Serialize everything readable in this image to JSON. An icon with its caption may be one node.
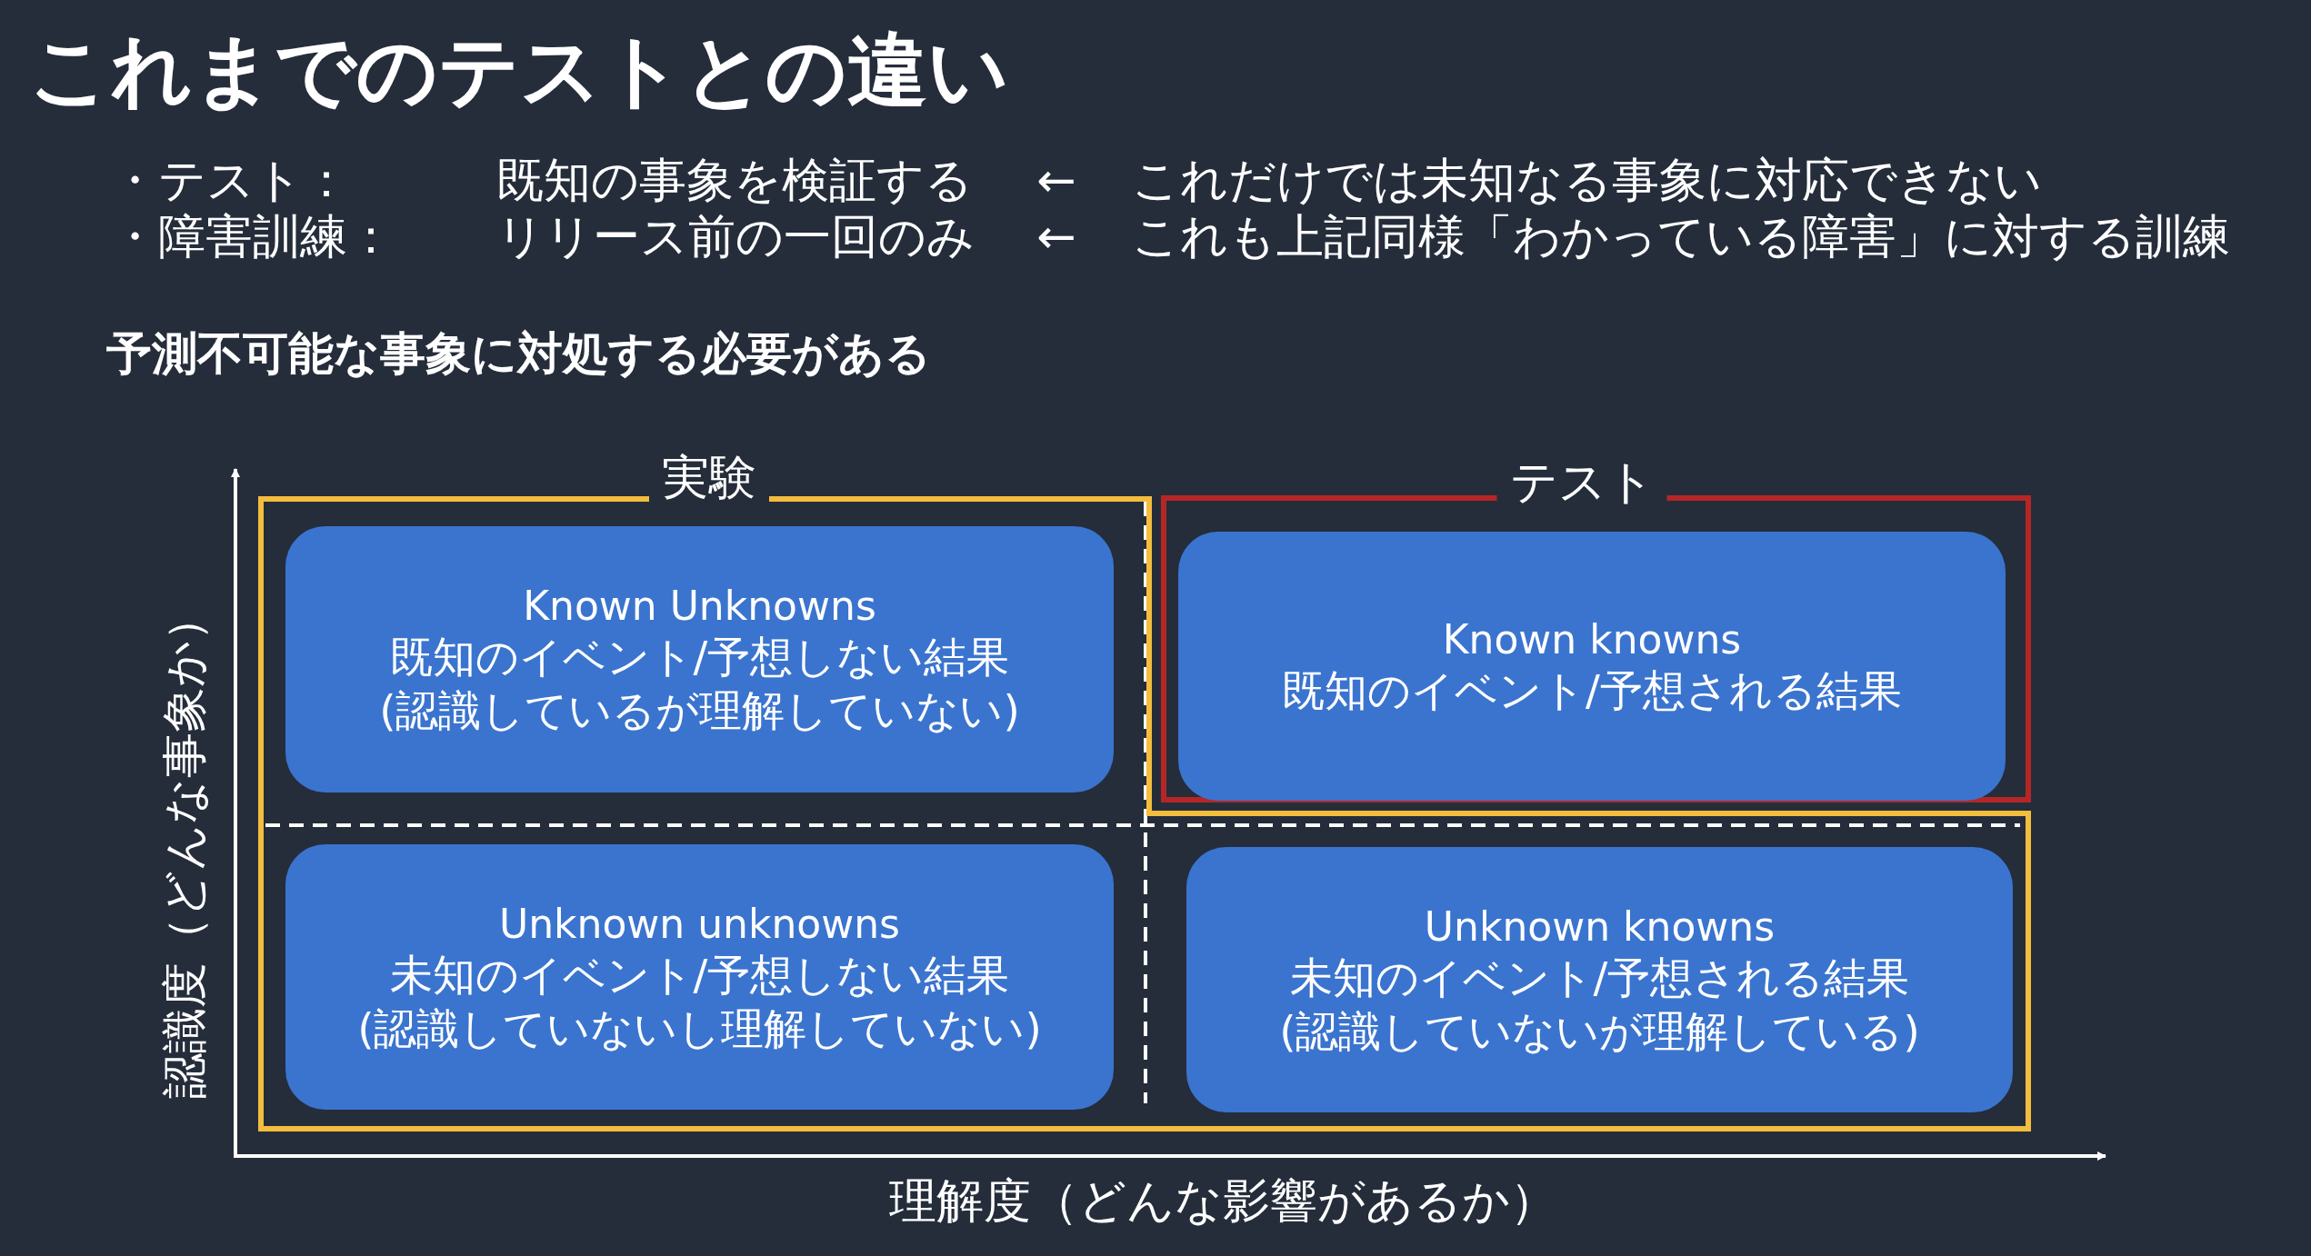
{
  "diagram": {
    "title": "これまでのテストとの違い",
    "nodes": [
      {
        "text": [
          "実験"
        ]
      },
      {
        "text": [
          "Known Unknowns",
          "既知のイベント/予想しない結果",
          "(認識しているが理解していない)"
        ],
        "in": 0
      },
      {
        "text": [
          "テスト"
        ]
      },
      {
        "text": [
          "Known knowns",
          "既知のイベント/予想される結果"
        ],
        "in": 2
      },
      {
        "text": [
          "Unknown unknowns",
          "未知のイベント/予想しない結果",
          "(認識していないし理解していない)"
        ],
        "in": 0
      },
      {
        "text": [
          "Unknown knowns",
          "未知のイベント/予想される結果",
          "(認識していないが理解している)"
        ],
        "in": 0
      }
    ],
    "edges": [],
    "labels": [
      "・テスト：",
      "既知の事象を検証する",
      "←",
      "これだけでは未知なる事象に対応できない",
      "・障害訓練：",
      "リリース前の一回のみ",
      "←",
      "これも上記同様「わかっている障害」に対する訓練",
      "予測不可能な事象に対処する必要がある",
      "認識度（どんな事象か）",
      "理解度（どんな影響があるか）"
    ]
  }
}
